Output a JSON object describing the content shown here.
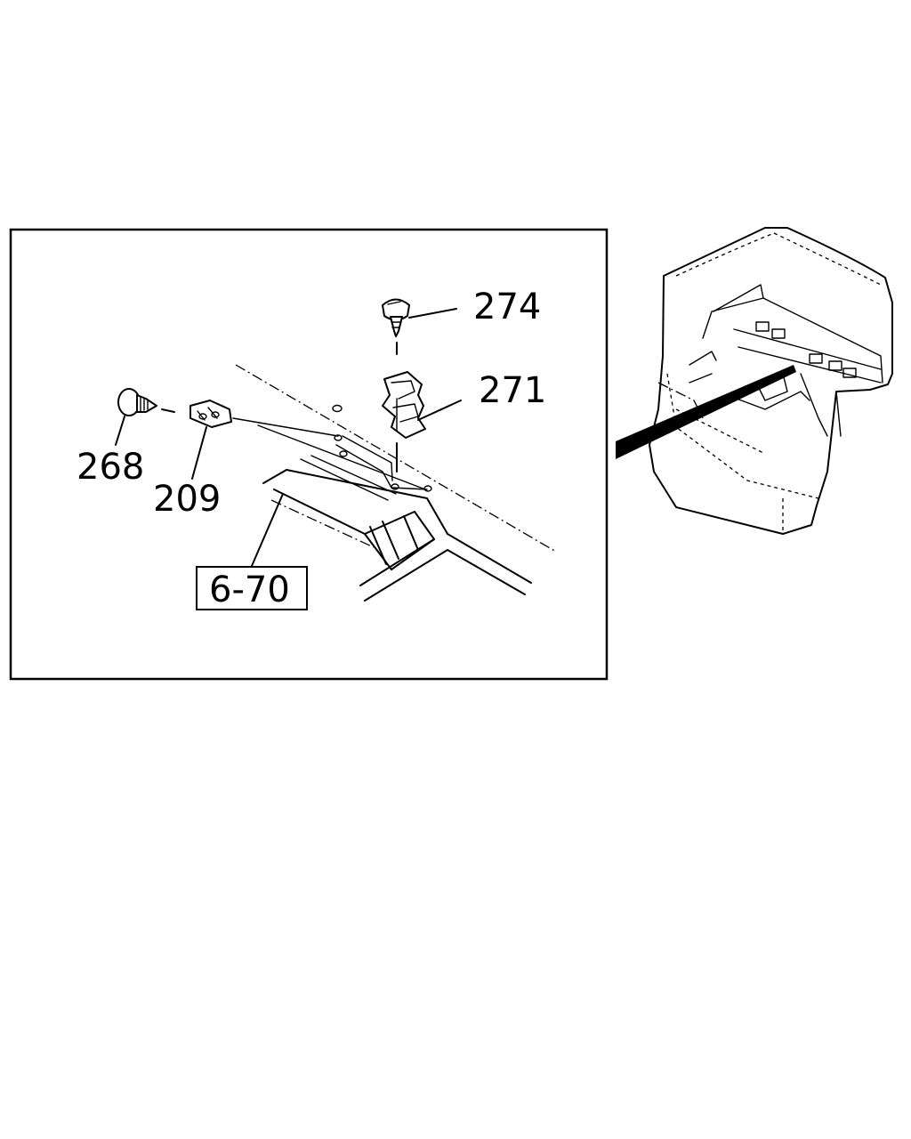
{
  "callouts": {
    "p274": "274",
    "p271": "271",
    "p268": "268",
    "p209": "209",
    "ref": "6-70"
  },
  "colors": {
    "ink": "#000000",
    "paper": "#ffffff"
  }
}
